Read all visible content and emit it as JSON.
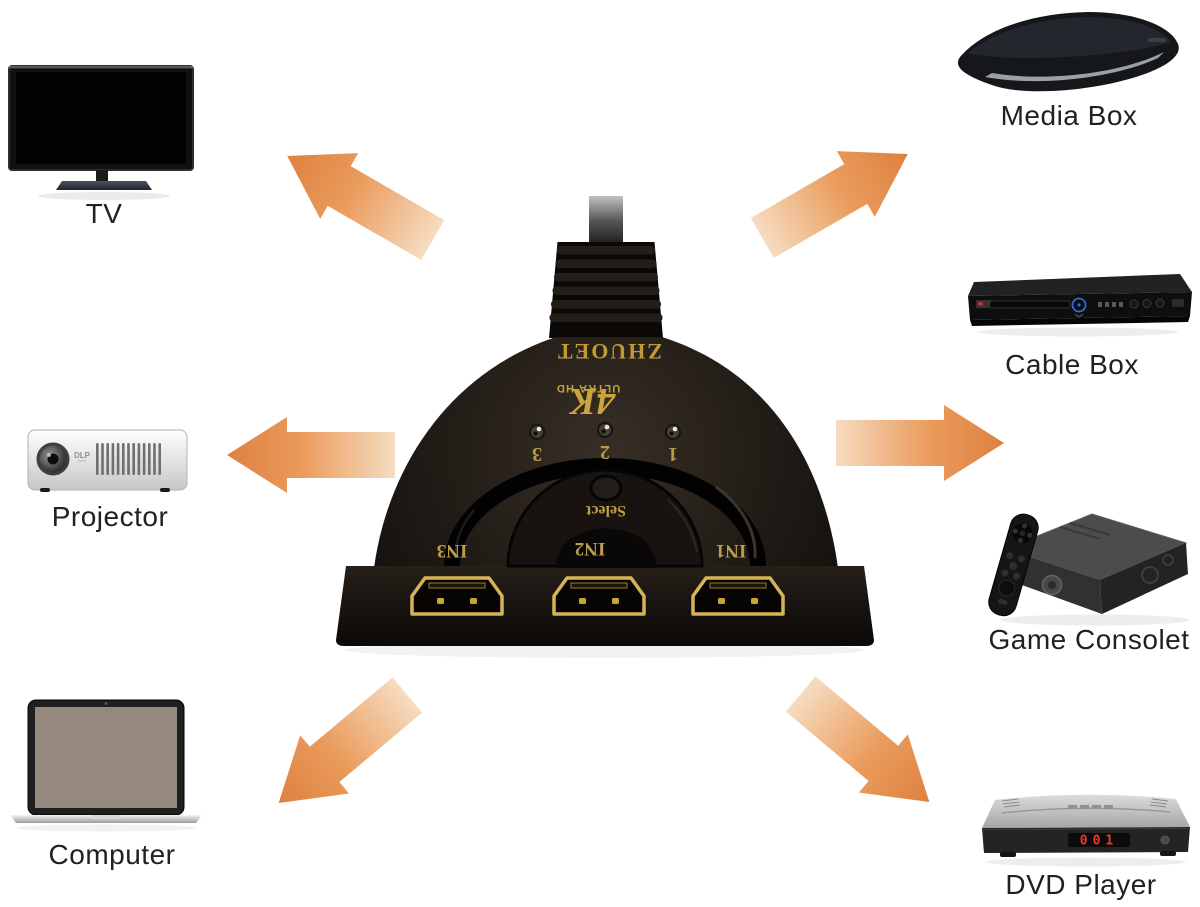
{
  "labels": {
    "tv": "TV",
    "projector": "Projector",
    "computer": "Computer",
    "media_box": "Media Box",
    "cable_box": "Cable Box",
    "game_console": "Game Consolet",
    "dvd_player": "DVD Player"
  },
  "switch": {
    "brand": "ZHUOET",
    "badge": "4K",
    "badge_sub": "ULTRA HD",
    "leds": [
      "3",
      "2",
      "1"
    ],
    "select": "Select",
    "ports": [
      "IN3",
      "IN2",
      "IN1"
    ]
  },
  "device_details": {
    "projector_logo": "DLP",
    "dvd_display": "001"
  },
  "colors": {
    "arrow": "#E08945",
    "gold": "#C7A23A",
    "background": "#FFFFFF"
  }
}
